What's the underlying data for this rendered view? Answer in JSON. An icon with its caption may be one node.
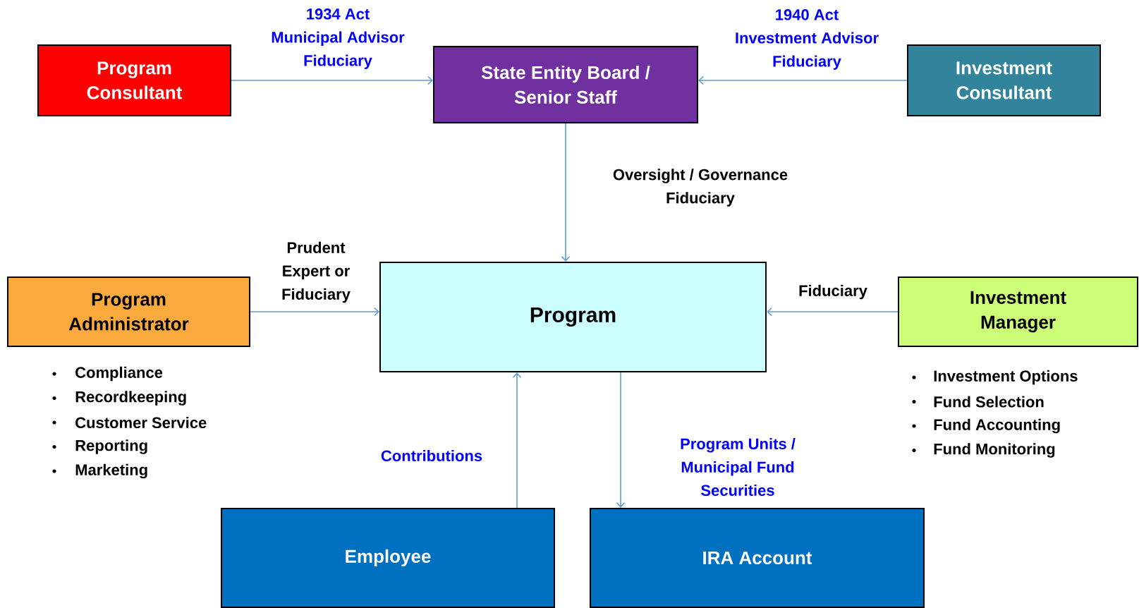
{
  "diagram": {
    "nodes": [
      {
        "text": [
          "Program Consultant"
        ]
      },
      {
        "text": [
          "State Entity Board / Senior Staff"
        ]
      },
      {
        "text": [
          "Investment Consultant"
        ]
      },
      {
        "text": [
          "Program Administrator"
        ],
        "beside": [
          "Compliance",
          "Recordkeeping",
          "Customer Service",
          "Reporting",
          "Marketing"
        ]
      },
      {
        "text": [
          "Program"
        ]
      },
      {
        "text": [
          "Investment Manager"
        ],
        "beside": [
          "Investment Options",
          "Fund Selection",
          "Fund Accounting",
          "Fund Monitoring"
        ]
      },
      {
        "text": [
          "Employee"
        ]
      },
      {
        "text": [
          "IRA Account"
        ]
      }
    ],
    "edges": [
      {
        "from": 0,
        "to": 1,
        "arrow": "to",
        "label": "1934 Act Municipal Advisor Fiduciary"
      },
      {
        "from": 2,
        "to": 1,
        "arrow": "to",
        "label": "1940 Act Investment Advisor Fiduciary"
      },
      {
        "from": 1,
        "to": 4,
        "arrow": "to",
        "label": "Oversight / Governance Fiduciary"
      },
      {
        "from": 3,
        "to": 4,
        "arrow": "to",
        "label": "Prudent Expert or Fiduciary"
      },
      {
        "from": 5,
        "to": 4,
        "arrow": "to",
        "label": "Fiduciary"
      },
      {
        "from": 6,
        "to": 4,
        "arrow": "to",
        "label": "Contributions"
      },
      {
        "from": 4,
        "to": 7,
        "arrow": "to",
        "label": "Program Units / Municipal Fund Securities"
      }
    ]
  }
}
